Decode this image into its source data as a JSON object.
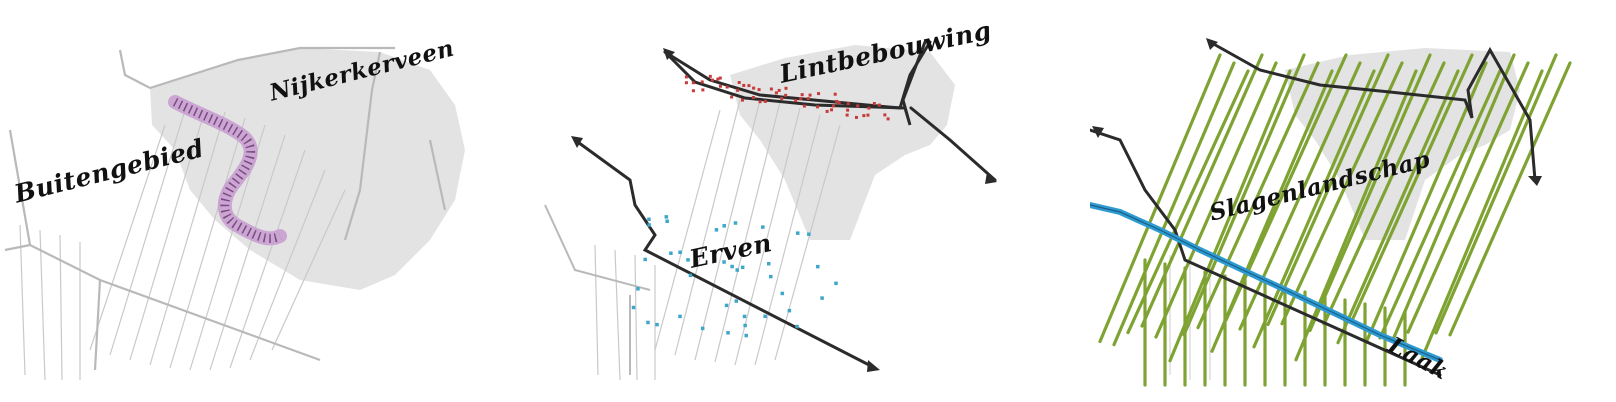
{
  "panels": [
    {
      "labels": {
        "buitengebied": "Buitengebied",
        "nijkerkerveen": "Nijkerkerveen"
      }
    },
    {
      "labels": {
        "lintbebouwing": "Lintbebouwing",
        "erven": "Erven"
      }
    },
    {
      "labels": {
        "slagenlandschap": "Slagenlandschap",
        "laak": "Laak"
      }
    }
  ],
  "colors": {
    "built_area": "#e3e3e4",
    "road": "#b9b9bb",
    "route": "#2b2b2b",
    "purple_edge": "#c79bd0",
    "red_dots": "#c63a3a",
    "blue_dots": "#3ea6c9",
    "green_strips": "#7ea332",
    "water": "#2d9ad1"
  }
}
